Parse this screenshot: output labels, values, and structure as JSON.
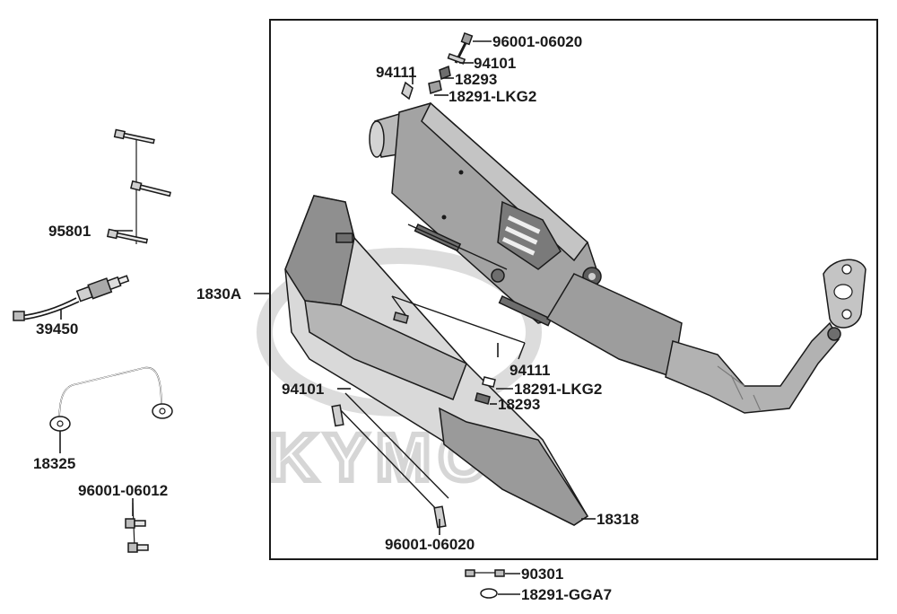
{
  "diagram": {
    "watermark": "KYMCO",
    "labels": {
      "l_96001_06020_top": "96001-06020",
      "l_94101_top": "94101",
      "l_94111_top": "94111",
      "l_18293_top": "18293",
      "l_18291_lkg2_top": "18291-LKG2",
      "l_95801": "95801",
      "l_39450": "39450",
      "l_1830a": "1830A",
      "l_18325": "18325",
      "l_96001_06012": "96001-06012",
      "l_94111_mid": "94111",
      "l_18291_lkg2_mid": "18291-LKG2",
      "l_18293_mid": "18293",
      "l_94101_mid": "94101",
      "l_18318": "18318",
      "l_96001_06020_bot": "96001-06020",
      "l_90301": "90301",
      "l_18291_gga7": "18291-GGA7"
    },
    "colors": {
      "ink": "#1a1a1a",
      "muffler": "#9a9a9a",
      "muffler_light": "#c4c4c4",
      "muffler_dark": "#6e6e6e",
      "guard": "#8f8f8f",
      "guard_light": "#d8d8d8",
      "watermark": "#d6d6d6"
    }
  }
}
